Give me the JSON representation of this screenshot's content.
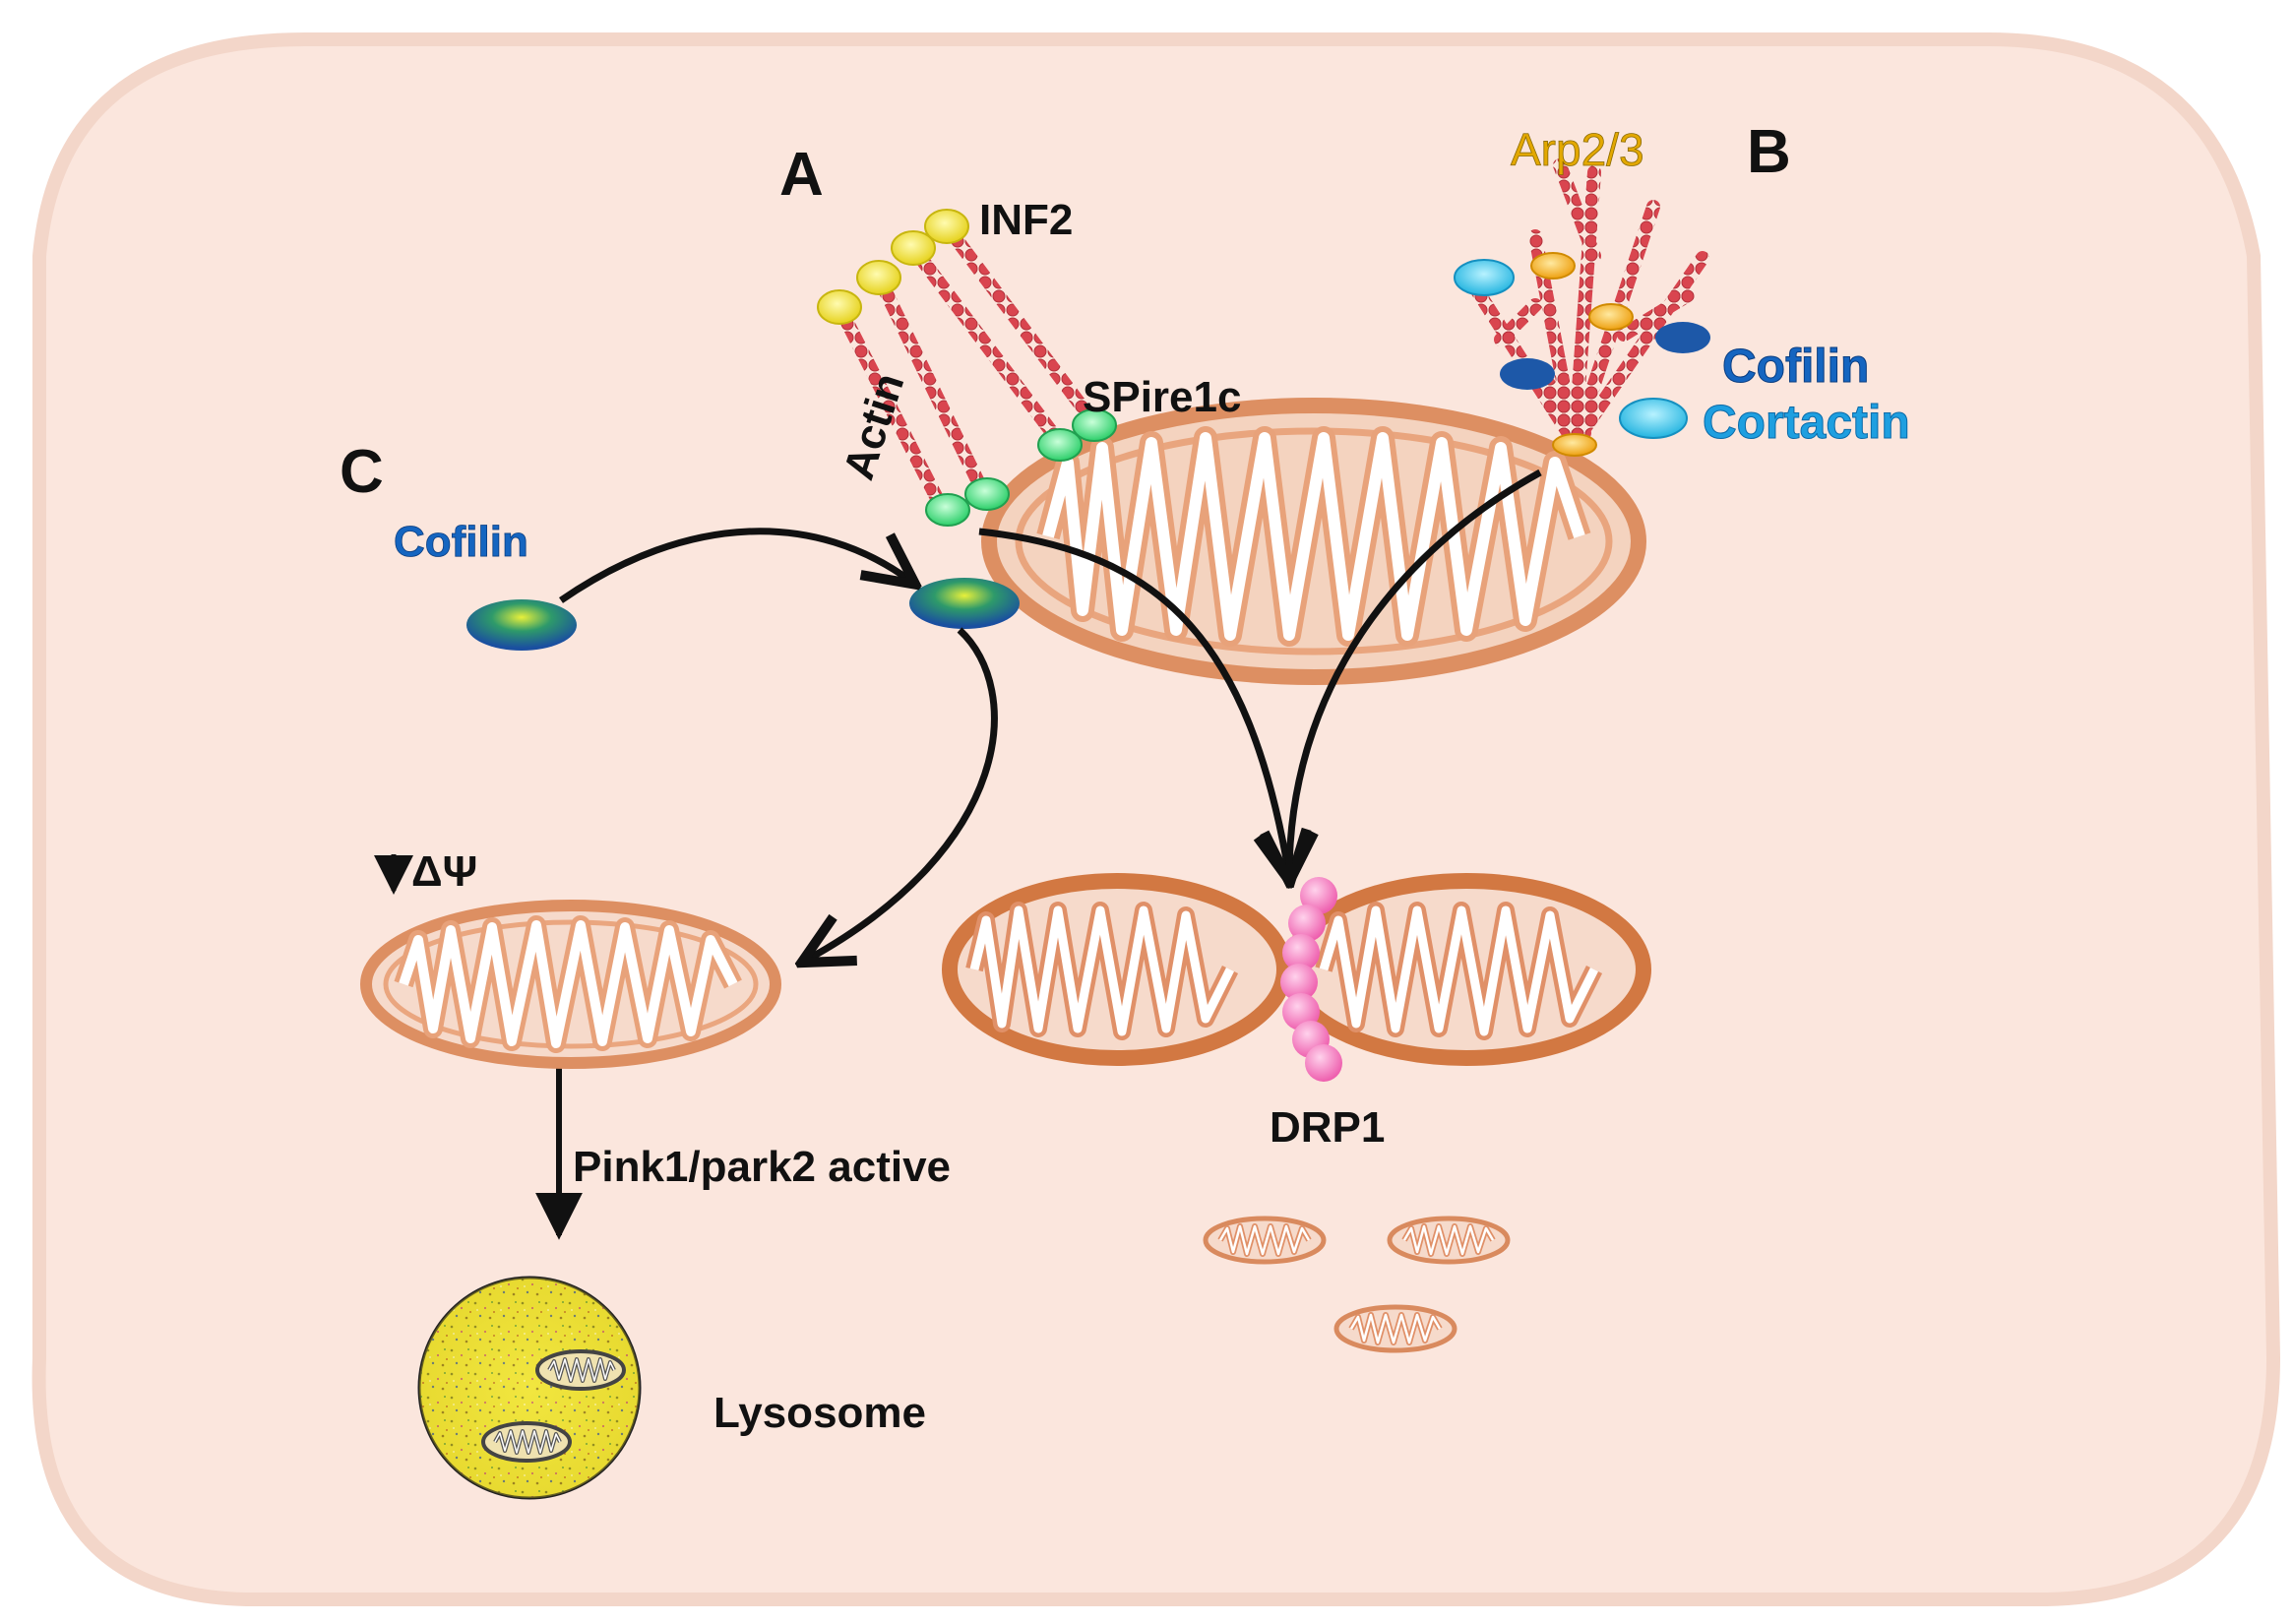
{
  "labels": {
    "panel_a": "A",
    "panel_b": "B",
    "panel_c": "C",
    "inf2": "INF2",
    "actin": "Actin",
    "spire1c": "SPire1c",
    "arp23": "Arp2/3",
    "cofilin_b": "Cofilin",
    "cortactin": "Cortactin",
    "cofilin_c": "Cofilin",
    "delta_psi": "ΔΨ",
    "pink_park": "Pink1/park2 active",
    "lysosome": "Lysosome",
    "drp1": "DRP1"
  },
  "colors": {
    "cell_fill": "#fde8e0",
    "cell_stroke": "#f5d8cc",
    "mito_stroke": "#d98a5e",
    "mito_fill": "#e8a27a",
    "actin": "#d9454f",
    "inf2": "#f5e53a",
    "spire": "#3fdc7e",
    "cofilin": "#1f5fa8",
    "cortactin": "#3ec6ea",
    "arp23": "#f2b21e",
    "drp1": "#f47fc0",
    "lysosome": "#f1e52c",
    "label_blue": "#1565c0",
    "label_arp": "#e3a800"
  }
}
